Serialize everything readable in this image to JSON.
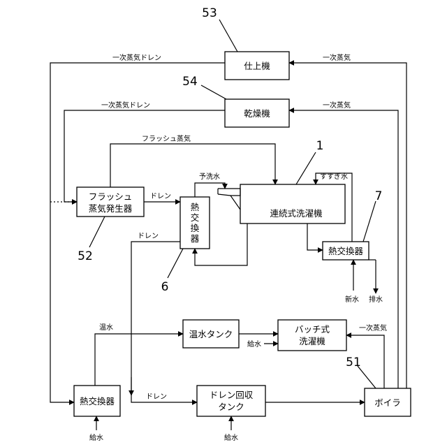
{
  "equipment": {
    "finishing_machine": "仕上機",
    "dryer": "乾燥機",
    "flash_generator_line1": "フラッシュ",
    "flash_generator_line2": "蒸気発生器",
    "continuous_washer": "連続式洗濯機",
    "hx_small_1": "熱",
    "hx_small_2": "交",
    "hx_small_3": "換",
    "hx_small_4": "器",
    "hx_right": "熱交換器",
    "hot_water_tank": "温水タンク",
    "batch_washer_line1": "バッチ式",
    "batch_washer_line2": "洗濯機",
    "hx_bottom": "熱交換器",
    "drain_tank_line1": "ドレン回収",
    "drain_tank_line2": "タンク",
    "boiler": "ボイラ"
  },
  "flows": {
    "primary_steam_drain_top": "一次蒸気ドレン",
    "primary_steam_top": "一次蒸気",
    "primary_steam_drain_dryer": "一次蒸気ドレン",
    "primary_steam_dryer": "一次蒸気",
    "flash_steam": "フラッシュ蒸気",
    "prewash_water": "予洗水",
    "rinse_water": "すすぎ水",
    "drain_flash": "ドレン",
    "drain_mid": "ドレン",
    "fresh_water": "新水",
    "waste_water": "排水",
    "hot_water": "温水",
    "primary_steam_batch": "一次蒸気",
    "feed_water_batch": "給水",
    "drain_bottom": "ドレン",
    "feed_water_hx": "給水",
    "feed_water_tank": "給水"
  },
  "refs": {
    "n53": "53",
    "n54": "54",
    "n1": "1",
    "n7": "7",
    "n52": "52",
    "n6": "6",
    "n51": "51"
  }
}
